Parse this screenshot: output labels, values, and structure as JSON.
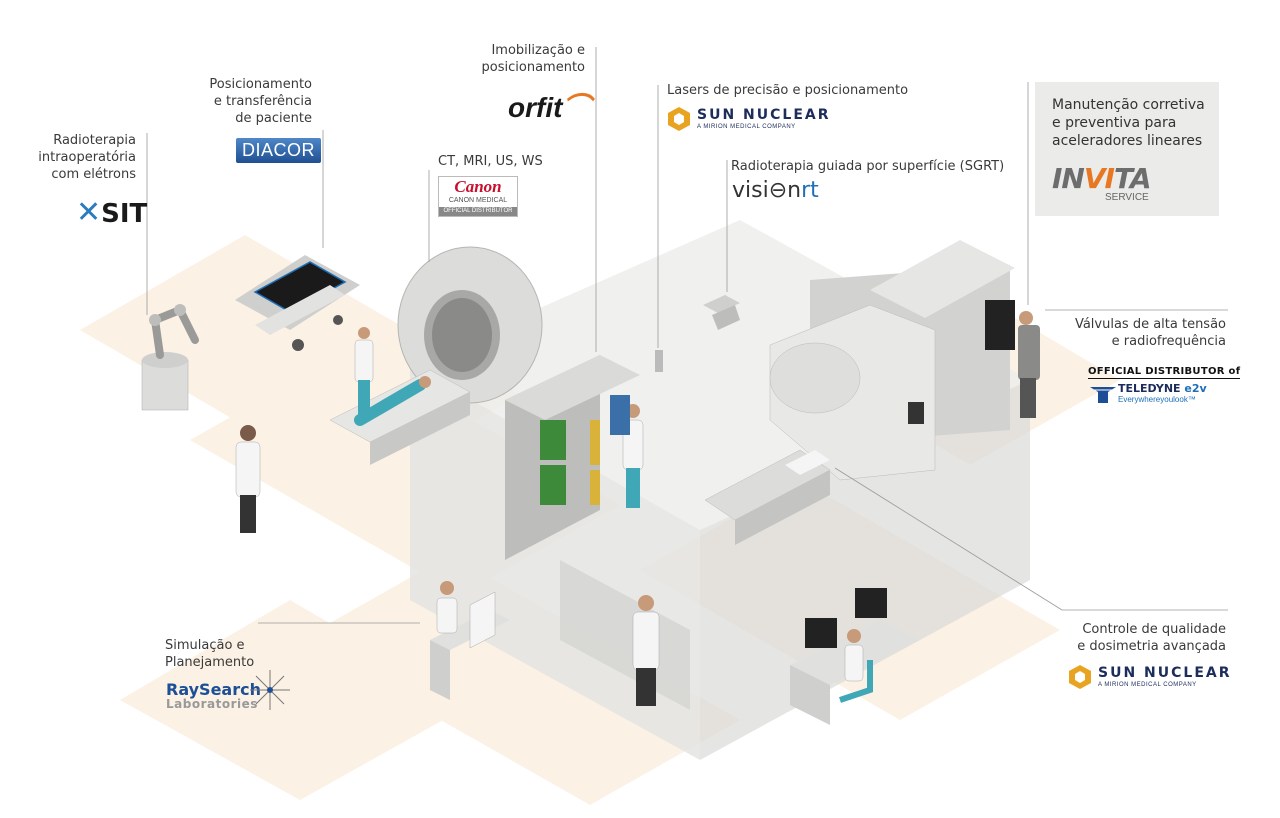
{
  "labels": {
    "iort": [
      "Radioterapia",
      "intraoperatória",
      "com elétrons"
    ],
    "positioning": [
      "Posicionamento",
      "e transferência",
      "de paciente"
    ],
    "imaging": [
      "CT, MRI, US, WS"
    ],
    "immobilization": [
      "Imobilização e",
      "posicionamento"
    ],
    "lasers": [
      "Lasers de precisão e posicionamento"
    ],
    "sgrt": [
      "Radioterapia guiada por superfície (SGRT)"
    ],
    "maintenance": [
      "Manutenção corretiva",
      "e preventiva para",
      "aceleradores lineares"
    ],
    "valves": [
      "Válvulas de alta tensão",
      "e radiofrequência"
    ],
    "simulation": [
      "Simulação e",
      "Planejamento"
    ],
    "qa": [
      "Controle de qualidade",
      "e dosimetria avançada"
    ]
  },
  "logos": {
    "sit": "SIT",
    "diacor": "DIACOR",
    "canon_brand": "Canon",
    "canon_sub": "CANON MEDICAL",
    "canon_od": "OFFICIAL DISTRIBUTOR",
    "orfit": "orfit",
    "sun_nuclear": "SUN NUCLEAR",
    "sun_nuclear_tag": "A MIRION MEDICAL COMPANY",
    "vision_a": "visi",
    "vision_b": "n",
    "vision_rt": "rt",
    "invita_in": "IN",
    "invita_vi": "VI",
    "invita_ta": "TA",
    "invita_service": "SERVICE",
    "teledyne_od": "OFFICIAL DISTRIBUTOR of",
    "teledyne_name": "TELEDYNE",
    "teledyne_e2v": "e2v",
    "teledyne_tag": "Everywhereyoulook™",
    "raysearch_name": "RaySearch",
    "raysearch_sub": "Laboratories"
  },
  "colors": {
    "floor": "#fbf1e4",
    "wall": "#e6e6e4",
    "wall_dark": "#d2d2d0",
    "machine": "#dcdcda",
    "machine_dark": "#a8a8a6",
    "accent_orange": "#e87722",
    "navy": "#1c2c5b",
    "blue": "#1d6fb8",
    "teal": "#3fa7b5",
    "green": "#3d8a3a",
    "yellow": "#d9b23a"
  }
}
